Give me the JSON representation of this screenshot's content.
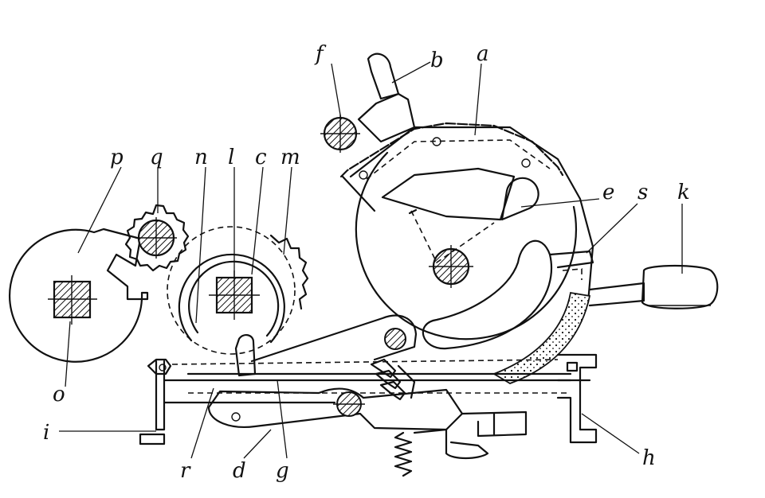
{
  "labels": {
    "a": "a",
    "b": "b",
    "c": "c",
    "d": "d",
    "e": "e",
    "f": "f",
    "g": "g",
    "h": "h",
    "i": "i",
    "k": "k",
    "l": "l",
    "m": "m",
    "n": "n",
    "o": "o",
    "p": "p",
    "q": "q",
    "r": "r",
    "s": "s"
  }
}
